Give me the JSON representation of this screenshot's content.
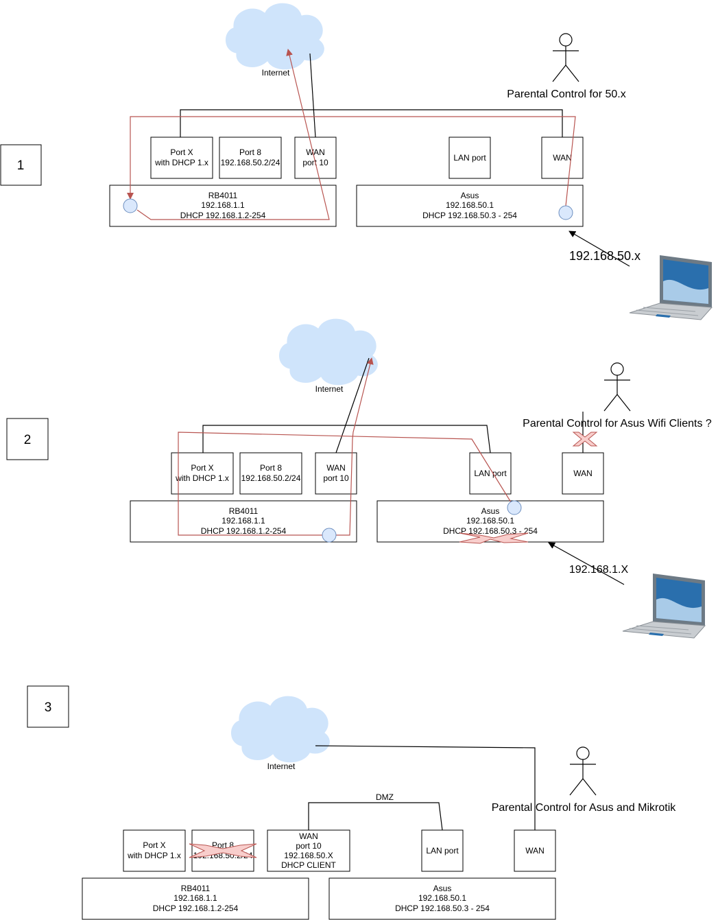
{
  "d1": {
    "step": "1",
    "internet": "Internet",
    "portx": [
      "Port X",
      "with DHCP 1.x"
    ],
    "port8": [
      "Port 8",
      "192.168.50.2/24"
    ],
    "wan_rb": [
      "WAN",
      "port 10"
    ],
    "rb": [
      "RB4011",
      "192.168.1.1",
      "DHCP 192.168.1.2-254"
    ],
    "lan": "LAN port",
    "wan_asus": "WAN",
    "asus": [
      "Asus",
      "192.168.50.1",
      "DHCP 192.168.50.3 - 254"
    ],
    "client_ip": "192.168.50.x",
    "actor": "Parental Control for 50.x"
  },
  "d2": {
    "step": "2",
    "internet": "Internet",
    "portx": [
      "Port X",
      "with DHCP 1.x"
    ],
    "port8": [
      "Port 8",
      "192.168.50.2/24"
    ],
    "wan_rb": [
      "WAN",
      "port 10"
    ],
    "rb": [
      "RB4011",
      "192.168.1.1",
      "DHCP 192.168.1.2-254"
    ],
    "lan": "LAN port",
    "wan_asus": "WAN",
    "asus": [
      "Asus",
      "192.168.50.1",
      "DHCP 192.168.50.3 - 254"
    ],
    "client_ip": "192.168.1.X",
    "actor": "Parental Control for Asus Wifi Clients ?"
  },
  "d3": {
    "step": "3",
    "internet": "Internet",
    "portx": [
      "Port X",
      "with DHCP 1.x"
    ],
    "port8": [
      "Port 8",
      "192.168.50.2/24"
    ],
    "wan_rb": [
      "WAN",
      "port 10",
      "192.168.50.X",
      "DHCP CLIENT"
    ],
    "rb": [
      "RB4011",
      "192.168.1.1",
      "DHCP 192.168.1.2-254"
    ],
    "lan": "LAN port",
    "wan_asus": "WAN",
    "asus": [
      "Asus",
      "192.168.50.1",
      "DHCP 192.168.50.3 - 254"
    ],
    "dmz": "DMZ",
    "actor": "Parental Control for Asus and Mikrotik"
  },
  "colors": {
    "cloud_fill": "#cfe4fb",
    "node_fill": "#dae8fc",
    "route_red": "#b85450",
    "cross_fill": "#f8cecc",
    "laptop_screen": "#2a6fad"
  }
}
